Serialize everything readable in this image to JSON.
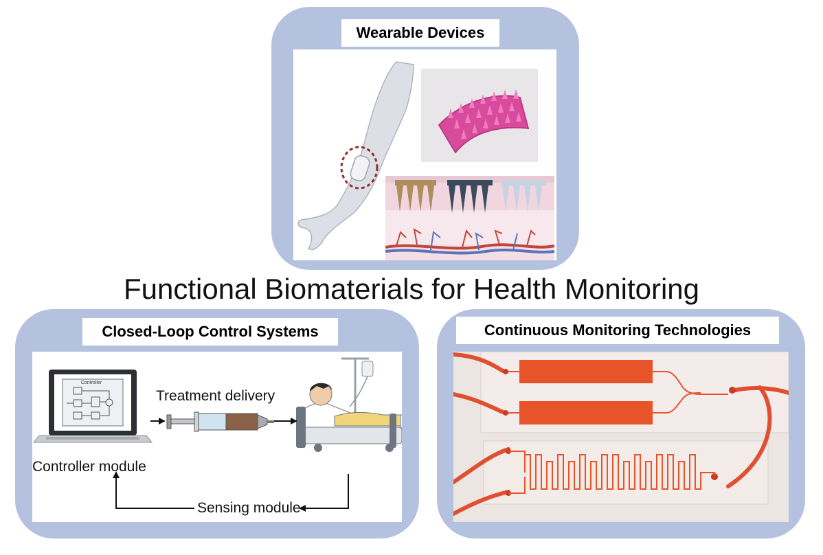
{
  "title": "Functional Biomaterials for Health Monitoring",
  "panels": {
    "wearable": {
      "title": "Wearable Devices"
    },
    "closed_loop": {
      "title": "Closed-Loop Control Systems",
      "controller_screen_label": "Controller",
      "treatment_label": "Treatment delivery",
      "controller_label": "Controller module",
      "sensing_label": "Sensing module"
    },
    "continuous": {
      "title": "Continuous Monitoring Technologies"
    }
  },
  "colors": {
    "panel_bg": "#b4c2e0",
    "microneedle_pink": "#e05aa8",
    "channel_red": "#e8542a"
  }
}
